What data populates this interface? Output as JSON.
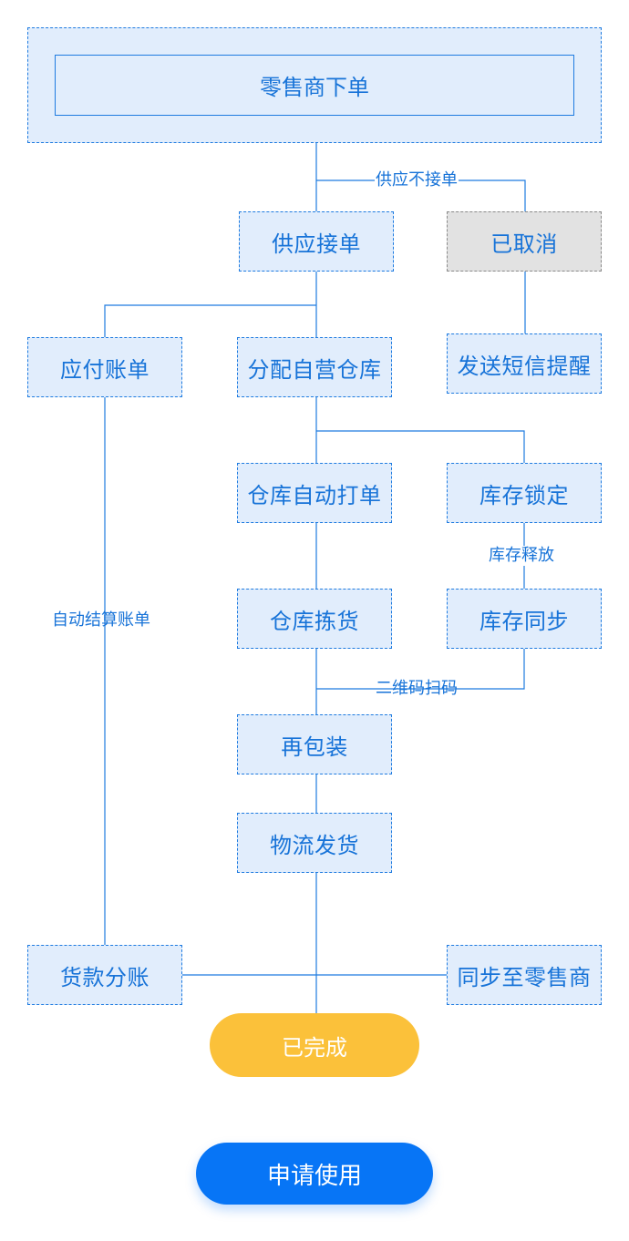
{
  "flow": {
    "retailer_order": "零售商下单",
    "supply_accept": "供应接单",
    "supply_reject": "供应不接单",
    "cancelled": "已取消",
    "send_sms": "发送短信提醒",
    "payable_bill": "应付账单",
    "assign_warehouse": "分配自营仓库",
    "warehouse_print": "仓库自动打单",
    "stock_lock": "库存锁定",
    "stock_release": "库存释放",
    "warehouse_pick": "仓库拣货",
    "stock_sync": "库存同步",
    "qr_scan": "二维码扫码",
    "repack": "再包装",
    "logistics_ship": "物流发货",
    "auto_settle": "自动结算账单",
    "payment_split": "货款分账",
    "sync_retailer": "同步至零售商",
    "completed": "已完成"
  },
  "apply_button": "申请使用",
  "colors": {
    "line": "#1e7be0",
    "box_fill": "#e1edfc",
    "text": "#1773d8",
    "cancelled_fill": "#e2e2e2",
    "completed_fill": "#fbc13a",
    "apply_fill": "#0775f6"
  }
}
